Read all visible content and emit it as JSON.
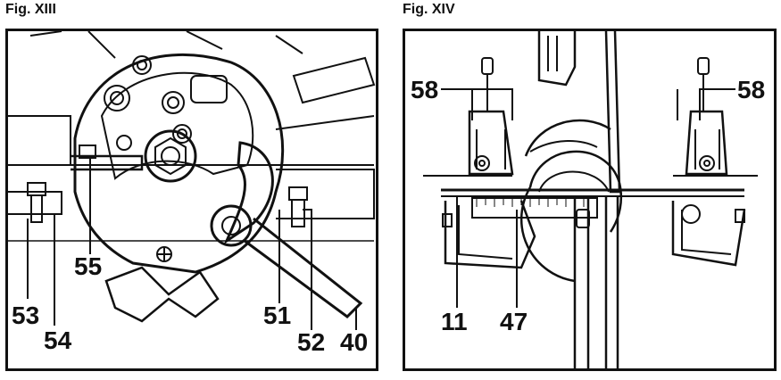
{
  "figures": [
    {
      "title": "Fig. XIII",
      "callouts": [
        "55",
        "53",
        "54",
        "51",
        "52",
        "40"
      ]
    },
    {
      "title": "Fig. XIV",
      "callouts": [
        "58",
        "58",
        "11",
        "47"
      ]
    }
  ]
}
